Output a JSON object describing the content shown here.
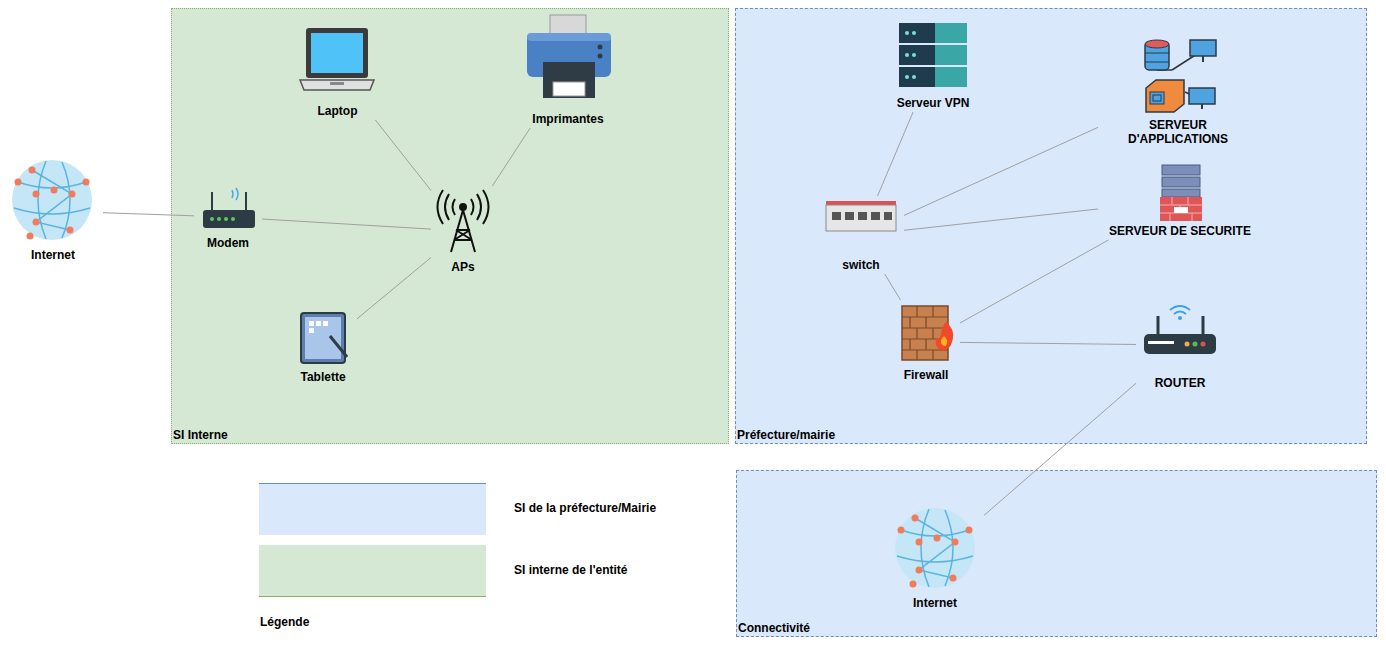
{
  "diagram": {
    "nodes": [
      {
        "text": [
          "Internet"
        ]
      },
      {
        "text": [
          "SI Interne"
        ]
      },
      {
        "text": [
          "Laptop"
        ],
        "in": 1
      },
      {
        "text": [
          "Imprimantes"
        ],
        "in": 1
      },
      {
        "text": [
          "Modem"
        ],
        "in": 1
      },
      {
        "text": [
          "APs"
        ],
        "in": 1
      },
      {
        "text": [
          "Tablette"
        ],
        "in": 1
      },
      {
        "text": [
          "Préfecture/mairie"
        ]
      },
      {
        "text": [
          "Serveur VPN"
        ],
        "in": 7
      },
      {
        "text": [
          "SERVEUR D'APPLICATIONS"
        ],
        "in": 7
      },
      {
        "text": [
          "switch"
        ],
        "in": 7
      },
      {
        "text": [
          "SERVEUR DE SECURITE"
        ],
        "in": 7
      },
      {
        "text": [
          "Firewall"
        ],
        "in": 7
      },
      {
        "text": [
          "ROUTER"
        ],
        "in": 7
      },
      {
        "text": [
          "Connectivité"
        ]
      },
      {
        "text": [
          "Internet"
        ],
        "in": 14
      }
    ],
    "edges": [
      {
        "from": 0,
        "to": 4,
        "arrow": "none"
      },
      {
        "from": 4,
        "to": 5,
        "arrow": "none"
      },
      {
        "from": 2,
        "to": 5,
        "arrow": "none"
      },
      {
        "from": 3,
        "to": 5,
        "arrow": "none"
      },
      {
        "from": 6,
        "to": 5,
        "arrow": "none"
      },
      {
        "from": 8,
        "to": 10,
        "arrow": "none"
      },
      {
        "from": 10,
        "to": 9,
        "arrow": "none"
      },
      {
        "from": 10,
        "to": 11,
        "arrow": "none"
      },
      {
        "from": 10,
        "to": 12,
        "arrow": "none"
      },
      {
        "from": 12,
        "to": 11,
        "arrow": "none"
      },
      {
        "from": 12,
        "to": 13,
        "arrow": "none"
      },
      {
        "from": 13,
        "to": 15,
        "arrow": "none"
      }
    ],
    "labels": [
      "Légende"
    ],
    "legend": [
      {
        "text": "SI de la préfecture/Mairie",
        "color": "#dae8fc"
      },
      {
        "text": "SI interne de l'entité",
        "color": "#d5e8d4"
      }
    ]
  }
}
